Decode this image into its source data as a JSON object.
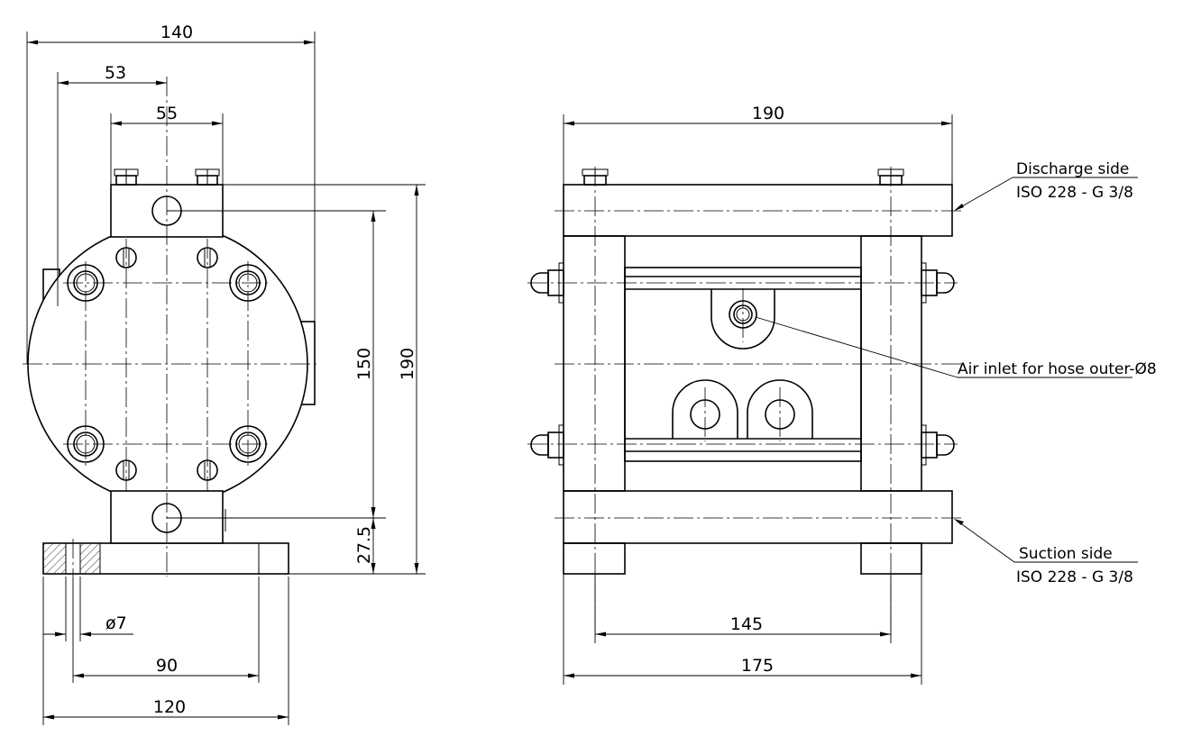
{
  "dimensions": {
    "front_width": "140",
    "front_offset": "53",
    "front_port_spacing": "55",
    "front_port_height": "150",
    "front_total_height": "190",
    "base_height": "27.5",
    "hole_diameter": "ø7",
    "base_hole_spacing": "90",
    "base_width": "120",
    "side_width": "190",
    "side_inner_spacing": "145",
    "side_frame_width": "175"
  },
  "labels": {
    "discharge_side": "Discharge side",
    "discharge_thread": "ISO 228 - G 3/8",
    "air_inlet": "Air inlet for hose outer-Ø8",
    "suction_side": "Suction side",
    "suction_thread": "ISO 228 - G 3/8"
  }
}
